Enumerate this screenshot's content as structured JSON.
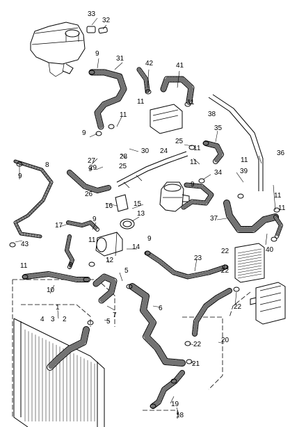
{
  "diagram": {
    "callouts": [
      "1",
      "2",
      "3",
      "4",
      "5",
      "5",
      "6",
      "7",
      "8",
      "9",
      "9",
      "9",
      "9",
      "9",
      "9",
      "9",
      "9",
      "10",
      "11",
      "11",
      "11",
      "11",
      "11",
      "11",
      "11",
      "11",
      "11",
      "11",
      "12",
      "13",
      "14",
      "15",
      "16",
      "17",
      "18",
      "19",
      "20",
      "21",
      "22",
      "22",
      "22",
      "22",
      "23",
      "24",
      "25",
      "25",
      "26",
      "27",
      "28",
      "29",
      "30",
      "31",
      "32",
      "33",
      "34",
      "35",
      "36",
      "37",
      "38",
      "39",
      "40",
      "41",
      "42",
      "43"
    ]
  }
}
